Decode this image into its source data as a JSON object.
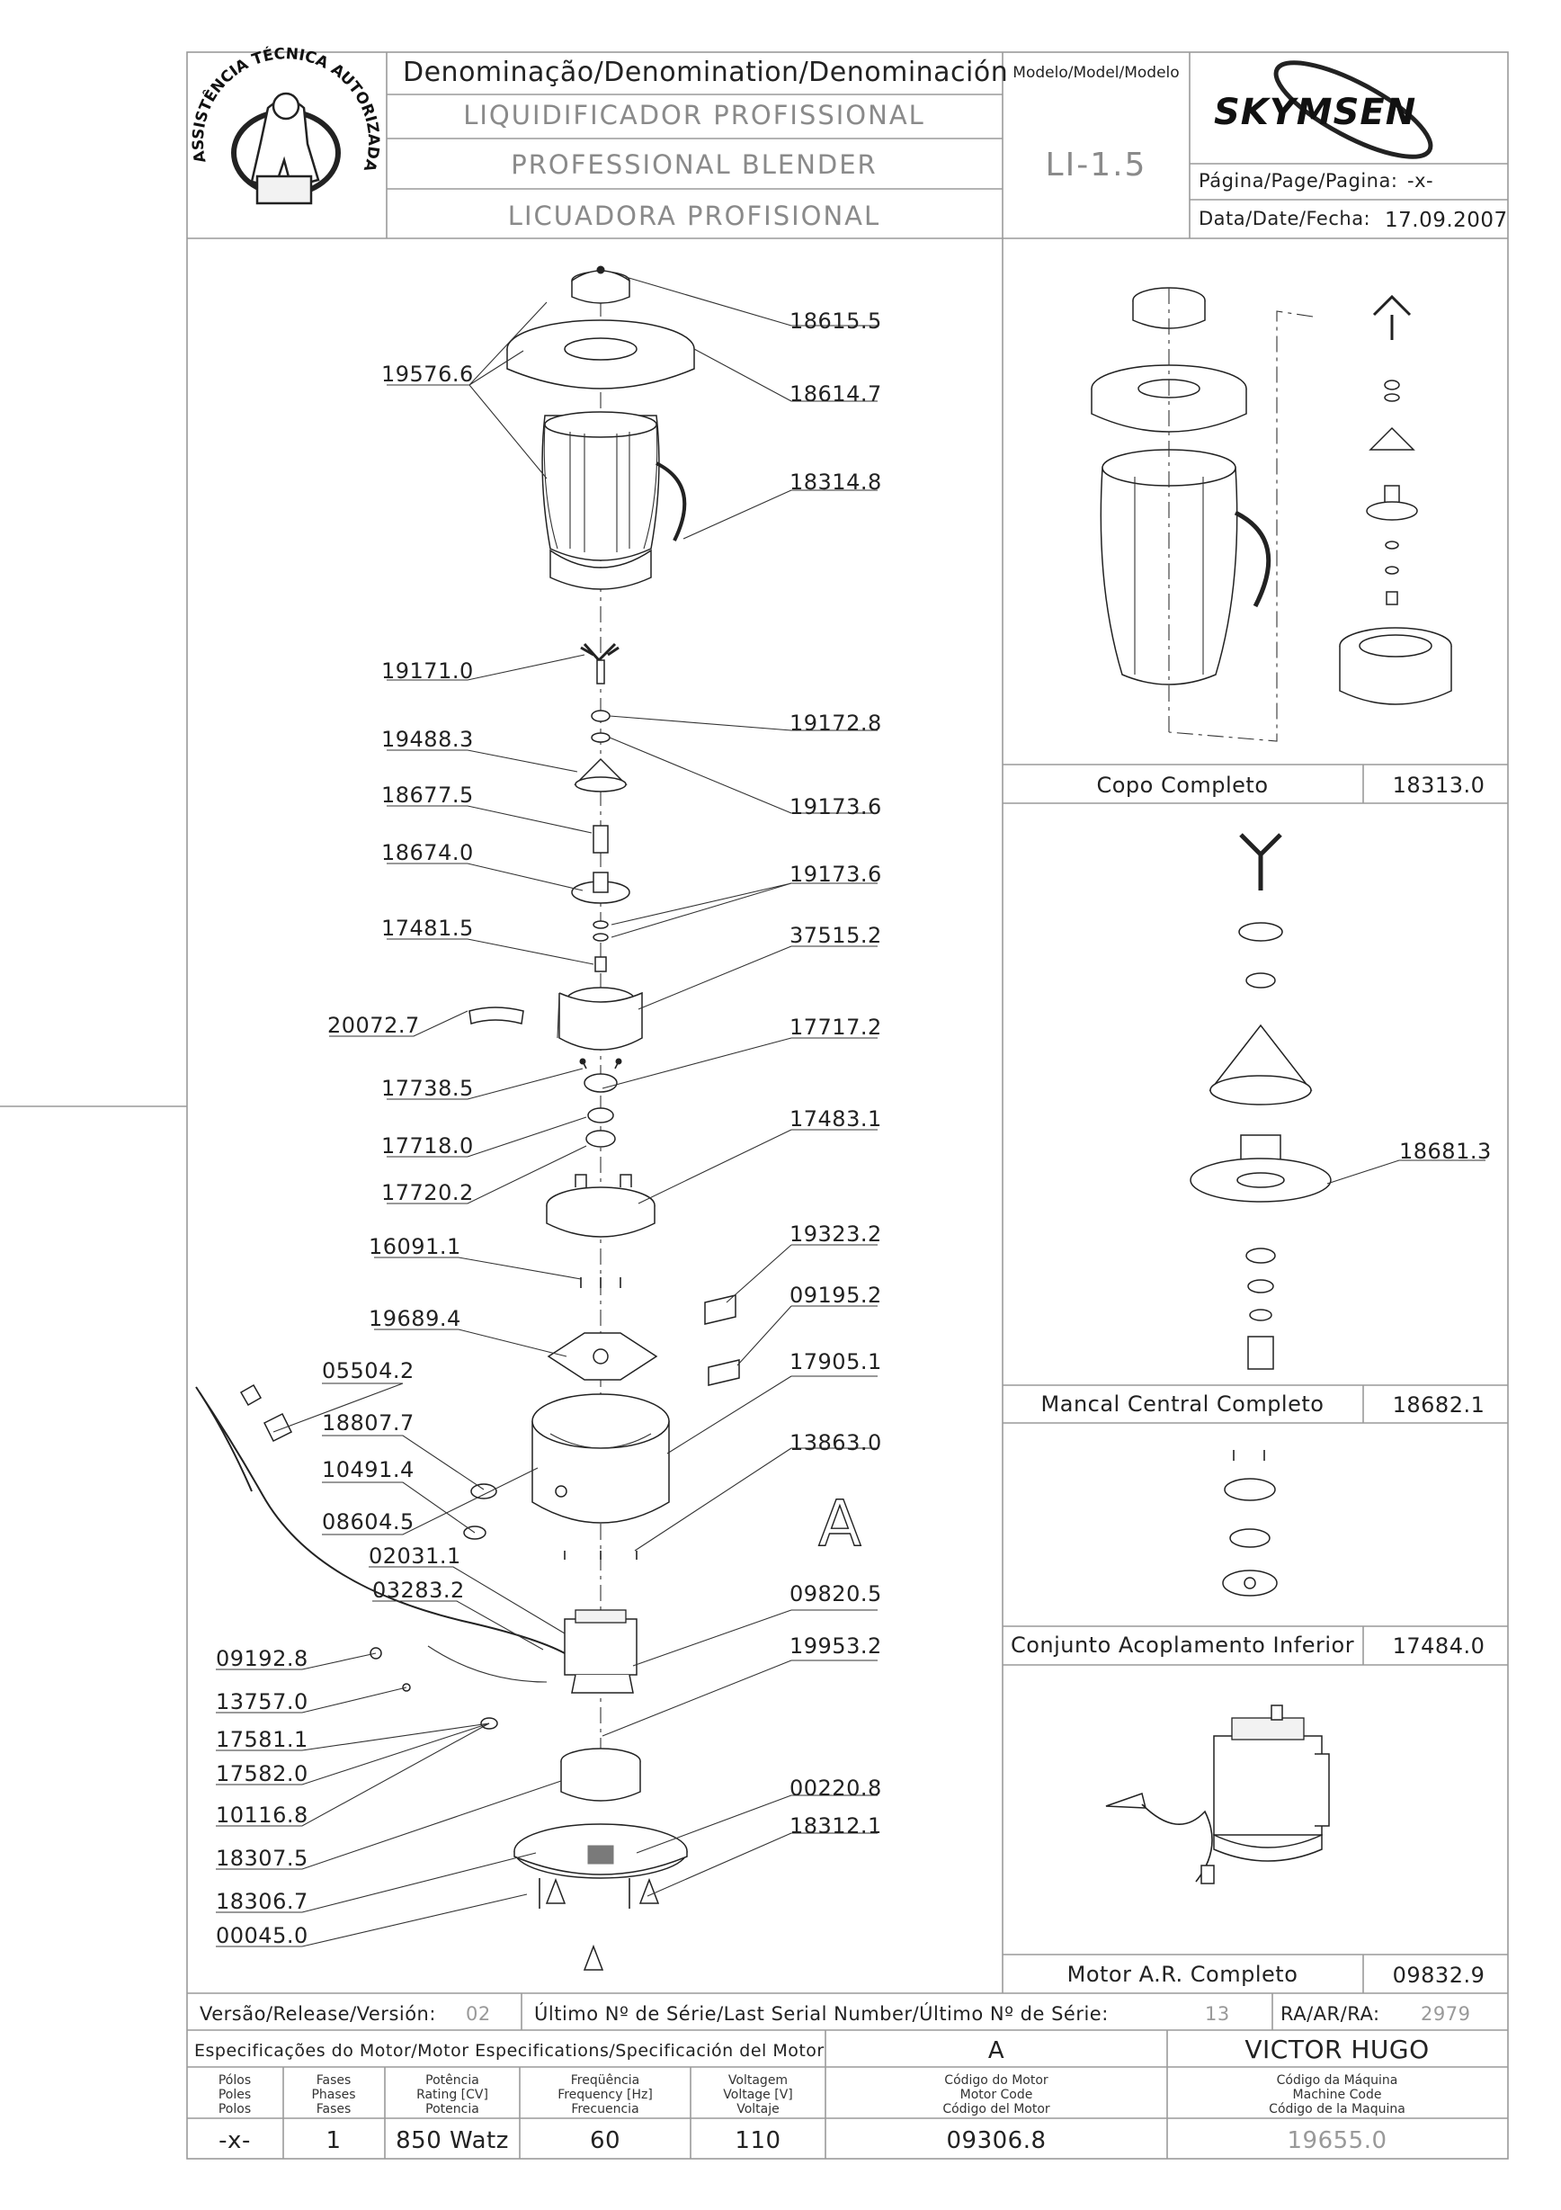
{
  "header": {
    "denomination_label": "Denominação/Denomination/Denominación",
    "name_pt": "LIQUIDIFICADOR PROFISSIONAL",
    "name_en": "PROFESSIONAL BLENDER",
    "name_es": "LICUADORA PROFISIONAL",
    "model_label": "Modelo/Model/Modelo",
    "model_value": "LI-1.5",
    "brand": "SKYMSEN",
    "page_label": "Página/Page/Pagina:",
    "page_value": "-x-",
    "date_label": "Data/Date/Fecha:",
    "date_value": "17.09.2007",
    "seal_text": "ASSISTÊNCIA TÉCNICA AUTORIZADA"
  },
  "exploded_parts": [
    "18615.5",
    "19576.6",
    "18614.7",
    "18314.8",
    "19171.0",
    "19172.8",
    "19488.3",
    "19173.6",
    "18677.5",
    "18674.0",
    "19173.6",
    "17481.5",
    "37515.2",
    "20072.7",
    "17717.2",
    "17738.5",
    "17718.0",
    "17483.1",
    "17720.2",
    "16091.1",
    "19323.2",
    "09195.2",
    "19689.4",
    "17905.1",
    "05504.2",
    "18807.7",
    "13863.0",
    "10491.4",
    "08604.5",
    "02031.1",
    "03283.2",
    "09820.5",
    "09192.8",
    "19953.2",
    "13757.0",
    "17581.1",
    "17582.0",
    "10116.8",
    "00220.8",
    "18307.5",
    "18312.1",
    "18306.7",
    "00045.0"
  ],
  "detail_letter": "A",
  "assemblies": [
    {
      "name": "Copo Completo",
      "code": "18313.0"
    },
    {
      "name": "Mancal Central Completo",
      "code": "18682.1"
    },
    {
      "name": "Conjunto Acoplamento Inferior",
      "code": "17484.0"
    },
    {
      "name": "Motor A.R. Completo",
      "code": "09832.9"
    }
  ],
  "mancal_callout": "18681.3",
  "release": {
    "version_label": "Versão/Release/Versión:",
    "version_value": "02",
    "serial_label": "Último Nº de Série/Last Serial Number/Último Nº de Série:",
    "serial_value": "13",
    "ra_label": "RA/AR/RA:",
    "ra_value": "2979"
  },
  "motor_spec": {
    "title": "Especificações do Motor/Motor Especifications/Specificación del Motor",
    "motor_letter": "A",
    "author": "VICTOR HUGO",
    "columns": [
      [
        "Pólos",
        "Poles",
        "Polos"
      ],
      [
        "Fases",
        "Phases",
        "Fases"
      ],
      [
        "Potência",
        "Rating [CV]",
        "Potencia"
      ],
      [
        "Freqüência",
        "Frequency [Hz]",
        "Frecuencia"
      ],
      [
        "Voltagem",
        "Voltage [V]",
        "Voltaje"
      ],
      [
        "Código do Motor",
        "Motor Code",
        "Código del Motor"
      ],
      [
        "Código da Máquina",
        "Machine Code",
        "Código de la Maquina"
      ]
    ],
    "values": [
      "-x-",
      "1",
      "850 Watz",
      "60",
      "110",
      "09306.8",
      "19655.0"
    ]
  },
  "colors": {
    "line": "#222222",
    "grid": "#9a9a9a",
    "muted": "#8a8a8a"
  }
}
